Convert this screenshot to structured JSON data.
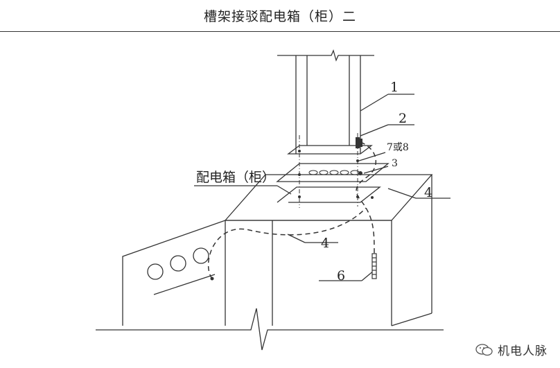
{
  "title": "槽架接驳配电箱（柜）二",
  "labels": {
    "cabinet": "配电箱（柜）",
    "l1": "1",
    "l2": "2",
    "l78": "7或8",
    "l3": "3",
    "l4a": "4",
    "l4b": "4",
    "l6": "6"
  },
  "watermark": "机电人脉",
  "watermark_icon": "wechat-icon"
}
